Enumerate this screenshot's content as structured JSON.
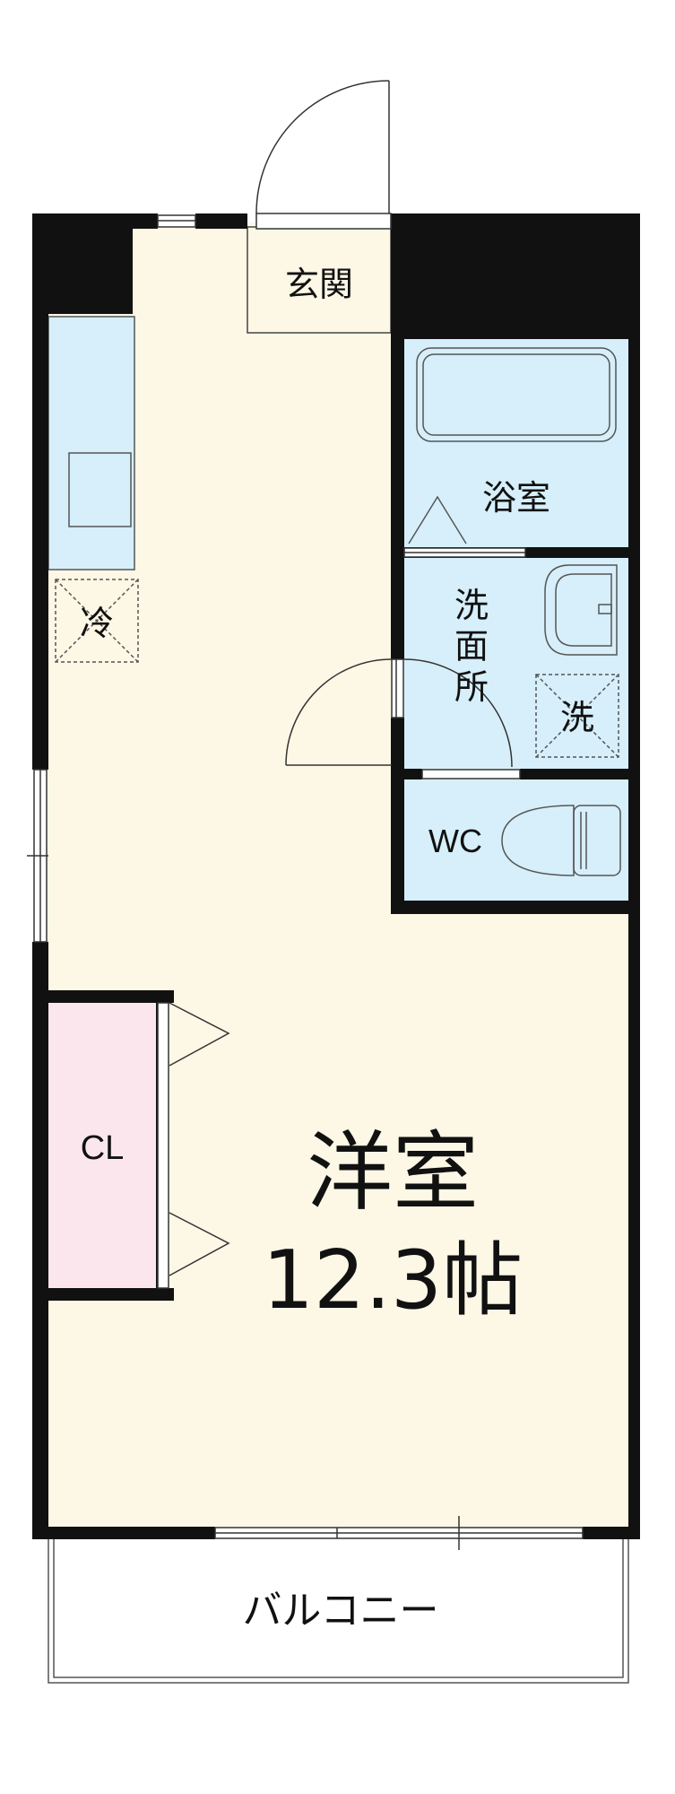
{
  "rooms": {
    "entrance": "玄関",
    "bath": "浴室",
    "washroom": "洗面所",
    "wc": "WC",
    "closet": "CL",
    "main_room": "洋室",
    "main_room_size": "12.3帖",
    "balcony": "バルコニー"
  },
  "appliances": {
    "fridge": "冷",
    "washer": "洗"
  },
  "colors": {
    "living_floor": "#fdf7e6",
    "wet_area_floor": "#d6effa",
    "closet_floor": "#fbe6ee",
    "wall": "#111111"
  }
}
